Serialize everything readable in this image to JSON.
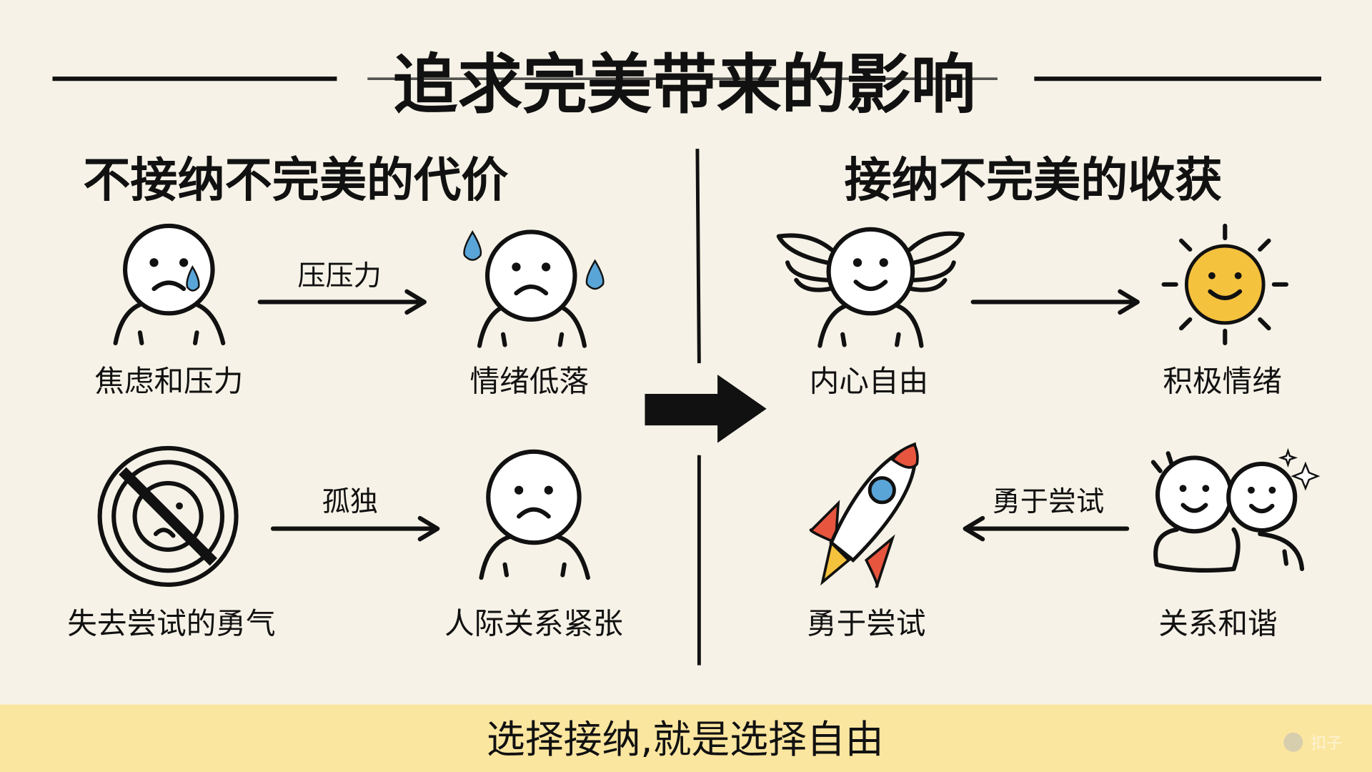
{
  "title": "追求完美带来的影响",
  "left": {
    "heading": "不接纳不完美的代价",
    "items": [
      {
        "label": "焦虑和压力",
        "icon": "crying-face-icon"
      },
      {
        "label": "情绪低落",
        "icon": "sweating-sad-face-icon"
      },
      {
        "label": "失去尝试的勇气",
        "icon": "no-sign-face-icon"
      },
      {
        "label": "人际关系紧张",
        "icon": "sad-face-icon"
      }
    ],
    "arrows": [
      "压压力",
      "孤独"
    ]
  },
  "right": {
    "heading": "接纳不完美的收获",
    "items": [
      {
        "label": "内心自由",
        "icon": "winged-smiley-icon"
      },
      {
        "label": "积极情绪",
        "icon": "sun-icon"
      },
      {
        "label": "勇于尝试",
        "icon": "rocket-icon"
      },
      {
        "label": "关系和谐",
        "icon": "friends-icon"
      }
    ],
    "arrows": [
      "勇于尝试"
    ]
  },
  "banner": "选择接纳,就是选择自由",
  "watermark": "扣子",
  "colors": {
    "background": "#f6f2e7",
    "banner": "#fbe6a0",
    "sun": "#f5c23e",
    "drop": "#5aa5d8",
    "rocket_red": "#e8553e"
  }
}
